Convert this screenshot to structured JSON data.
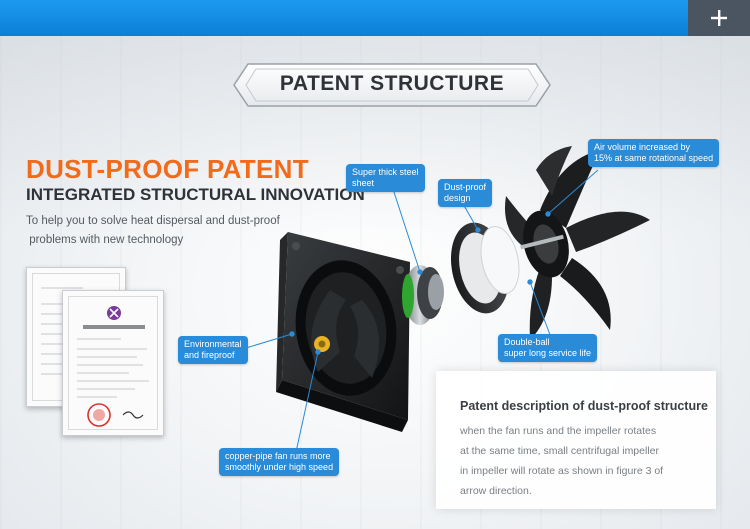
{
  "header": {
    "title": "PATENT STRUCTURE",
    "plus_icon": "plus-icon"
  },
  "intro": {
    "headline": "DUST-PROOF PATENT",
    "subhead": "INTEGRATED STRUCTURAL INNOVATION",
    "body_lines": [
      "To help you to solve heat dispersal and dust-proof",
      " problems with new technology"
    ]
  },
  "callouts": {
    "steel_sheet": [
      "Super thick steel",
      "sheet"
    ],
    "dust_proof": [
      "Dust-proof",
      "design"
    ],
    "air_volume": [
      "Air volume increased by",
      "15% at same rotational speed"
    ],
    "environmental": [
      "Environmental",
      "and fireproof"
    ],
    "double_ball": [
      "Double-ball",
      "super long service life"
    ],
    "copper_pipe": [
      "copper-pipe fan runs more",
      "smoothly under high speed"
    ]
  },
  "description": {
    "title": "Patent description of dust-proof structure",
    "lines": [
      "when the fan runs and the impeller rotates",
      "at the same time, small centrifugal impeller",
      "in impeller will rotate as shown in figure 3 of",
      "arrow direction."
    ]
  },
  "colors": {
    "accent_blue": "#2a8bd8",
    "headline_orange": "#f26a1b",
    "topbar_blue": "#0b7fd6",
    "plus_button": "#4b5561"
  }
}
